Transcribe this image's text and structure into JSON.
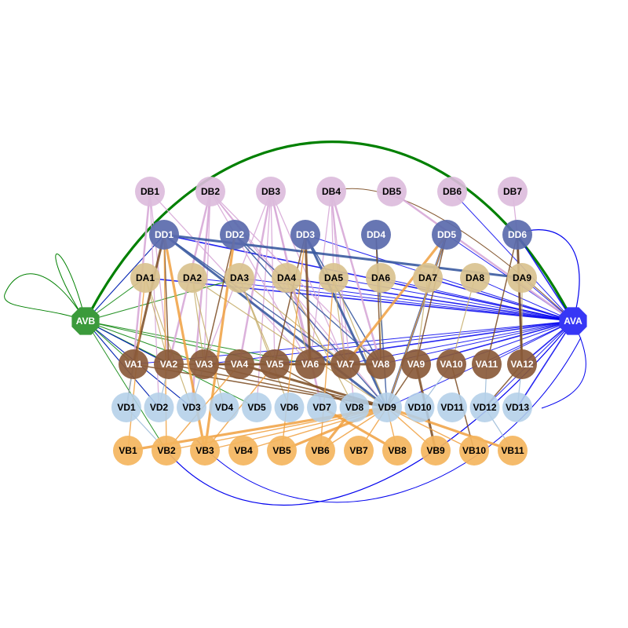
{
  "colors": {
    "DB": "#dcbcdc",
    "DD": "#5a6aac",
    "DA": "#d9c28f",
    "AV": "#3737f5",
    "AVB": "#3b9a3b",
    "VA": "#8a5a3a",
    "VD": "#b3cfe8",
    "VB": "#f4b55e",
    "edge_green": "#008000",
    "edge_blue": "#0000ee",
    "edge_brown": "#7a4a20",
    "edge_pink": "#d7a8d7",
    "edge_orange": "#f0a040",
    "edge_steel": "#3a5aa0",
    "edge_tan": "#c8b070",
    "edge_lightblue": "#9cbbd8"
  },
  "nodes": {
    "DB": [
      "DB1",
      "DB2",
      "DB3",
      "DB4",
      "DB5",
      "DB6",
      "DB7"
    ],
    "DD": [
      "DD1",
      "DD2",
      "DD3",
      "DD4",
      "DD5",
      "DD6"
    ],
    "DA": [
      "DA1",
      "DA2",
      "DA3",
      "DA4",
      "DA5",
      "DA6",
      "DA7",
      "DA8",
      "DA9"
    ],
    "VA": [
      "VA1",
      "VA2",
      "VA3",
      "VA4",
      "VA5",
      "VA6",
      "VA7",
      "VA8",
      "VA9",
      "VA10",
      "VA11",
      "VA12"
    ],
    "VD": [
      "VD1",
      "VD2",
      "VD3",
      "VD4",
      "VD5",
      "VD6",
      "VD7",
      "VD8",
      "VD9",
      "VD10",
      "VD11",
      "VD12",
      "VD13"
    ],
    "VB": [
      "VB1",
      "VB2",
      "VB3",
      "VB4",
      "VB5",
      "VB6",
      "VB7",
      "VB8",
      "VB9",
      "VB10",
      "VB11"
    ],
    "AVA": "AVA",
    "AVB": "AVB"
  }
}
